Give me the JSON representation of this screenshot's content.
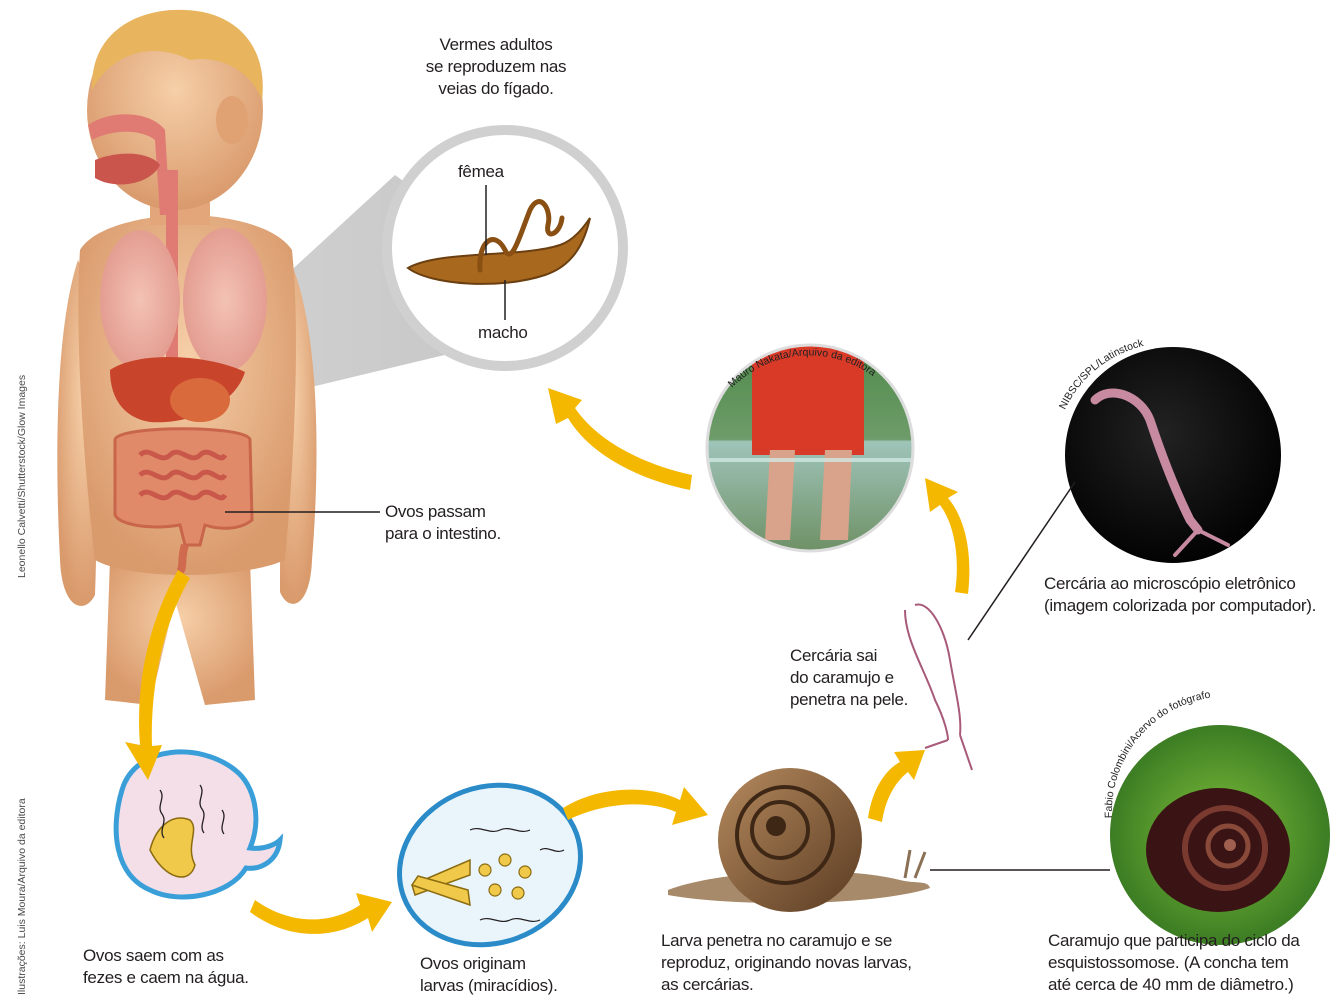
{
  "credits": {
    "boy_image": "Leonello Calvetti/Shutterstock/Glow Images",
    "illustrations": "Ilustrações: Luis Moura/Arquivo da editora",
    "legs_photo": "Mauro Nakata/Arquivo da editora",
    "cercaria_photo": "NIBSC/SPL/Latinstock",
    "snail_photo": "Fabio Colombini/Acervo do fotógrafo"
  },
  "labels": {
    "adult_worms": [
      "Vermes adultos",
      "se reproduzem nas",
      "veias do fígado."
    ],
    "female": "fêmea",
    "male": "macho",
    "eggs_intestine": [
      "Ovos passam",
      "para o intestino."
    ],
    "eggs_feces": [
      "Ovos saem com as",
      "fezes e caem na água."
    ],
    "eggs_larvae": [
      "Ovos originam",
      "larvas (miracídios)."
    ],
    "larva_snail": [
      "Larva penetra no caramujo e se",
      "reproduz, originando novas larvas,",
      "as cercárias."
    ],
    "cercaria_leaves": [
      "Cercária sai",
      "do caramujo e",
      "penetra na pele."
    ],
    "cercaria_micro": [
      "Cercária ao microscópio eletrônico",
      "(imagem colorizada por computador)."
    ],
    "snail_cycle": [
      "Caramujo que participa do ciclo da",
      "esquistossomose. (A concha tem",
      "até cerca de 40 mm de diâmetro.)"
    ]
  },
  "colors": {
    "arrow": "#f5b800",
    "skin": "#e9b58a",
    "liver": "#c8452c",
    "intestine": "#e08a6a",
    "worm": "#a8681e",
    "cercaria": "#c78aa0",
    "snail_shell": "#6b4a2e",
    "egg_fill": "#f4dfe8",
    "egg_border": "#3a9fd8"
  }
}
